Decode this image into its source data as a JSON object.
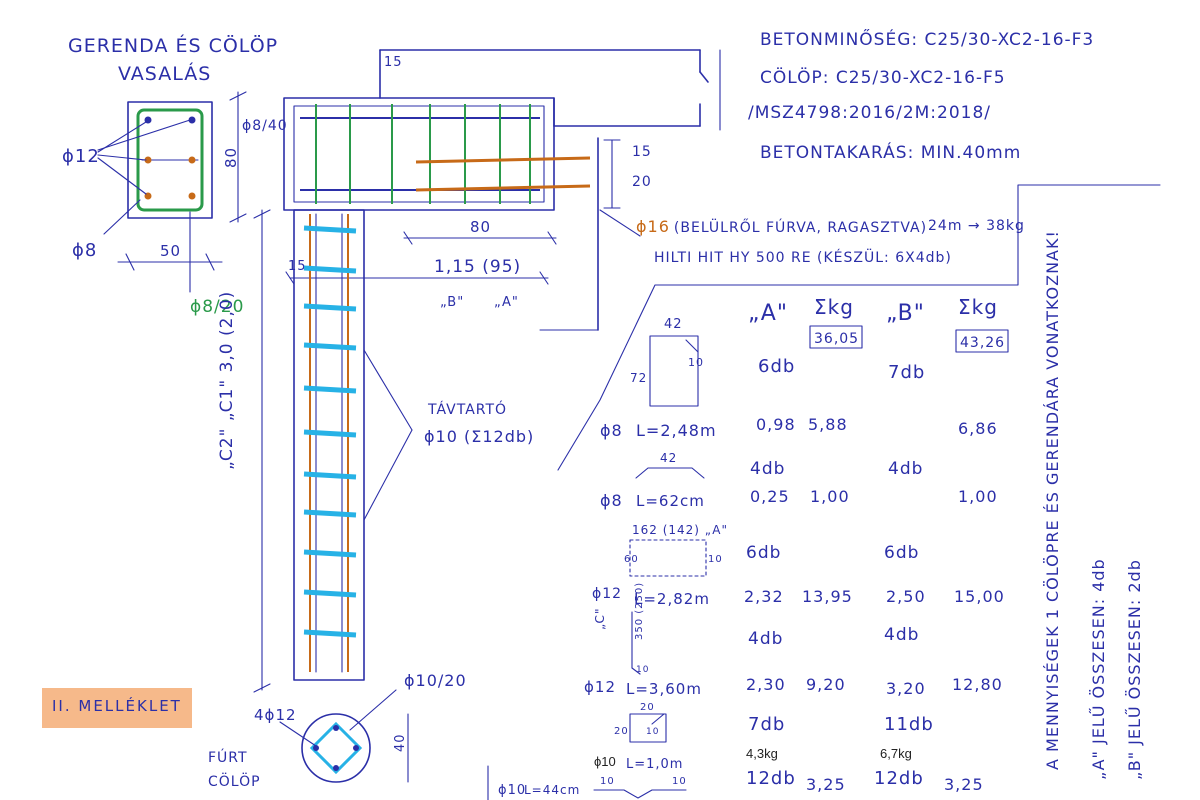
{
  "title": {
    "line1": "GERENDA ÉS CÖLÖP",
    "line2": "VASALÁS"
  },
  "specs": {
    "concrete_quality": "BETONMINŐSÉG: C25/30-XC2-16-F3",
    "pile_quality": "CÖLÖP: C25/30-XC2-16-F5",
    "standard": "/MSZ4798:2016/2M:2018/",
    "cover": "BETONTAKARÁS: MIN.40mm"
  },
  "section": {
    "phi12": "ϕ12",
    "phi8": "ϕ8",
    "phi8_40": "ϕ8/40",
    "height": "80",
    "width": "50",
    "stirrup_spacing": "ϕ8/20"
  },
  "beam": {
    "dim_15_top": "15",
    "dim_15_right": "15",
    "dim_20": "20",
    "dim_80": "80",
    "dim_15_left": "15",
    "length": "1,15 (95)",
    "mark_b": "„B\"",
    "mark_a": "„A\"",
    "dowel": "ϕ16 (BELÜLRŐL FÚRVA, RAGASZTVA)",
    "dowel_qty": "24m → 38kg",
    "hilti": "HILTI HIT HY 500 RE (KÉSZÜL: 6X4db)"
  },
  "pile": {
    "height": "„C2\" „C1\" 3,0 (2,0)",
    "spacer_label": "TÁVTARTÓ",
    "spacer_qty": "ϕ10 (Σ12db)",
    "main_bars": "4ϕ12",
    "spiral": "ϕ10/20",
    "diameter": "40",
    "caption1": "FÚRT",
    "caption2": "CÖLÖP"
  },
  "appendix": "II. MELLÉKLET",
  "table": {
    "col_a": "„A\"",
    "col_sum_a": "Σkg",
    "col_b": "„B\"",
    "col_sum_b": "Σkg",
    "sum_a": "36,05",
    "sum_b": "43,26",
    "rows": [
      {
        "shape_dims": [
          "42",
          "72",
          "10"
        ],
        "bar": "ϕ8",
        "length": "L=2,48m",
        "a_count": "6db",
        "b_count": "7db",
        "a_weight": "0,98",
        "a_sum": "5,88",
        "b_sum": "6,86"
      },
      {
        "shape_dims": [
          "42"
        ],
        "bar": "ϕ8",
        "length": "L=62cm",
        "a_count": "4db",
        "b_count": "4db",
        "a_weight": "0,25",
        "a_sum": "1,00",
        "b_sum": "1,00"
      },
      {
        "shape_dims": [
          "162 (142) „A\"",
          "60",
          "10"
        ],
        "bar": "ϕ12",
        "length": "L=2,82m",
        "a_count": "6db",
        "b_count": "6db",
        "a_weight": "2,32",
        "a_sum": "13,95",
        "b_weight": "2,50",
        "b_sum": "15,00"
      },
      {
        "shape_dims": [
          "„C\"",
          "350 (250)",
          "10"
        ],
        "bar": "ϕ12",
        "length": "L=3,60m",
        "a_count": "4db",
        "b_count": "4db",
        "a_weight": "2,30",
        "a_sum": "9,20",
        "b_weight": "3,20",
        "b_sum": "12,80"
      },
      {
        "shape_dims": [
          "20",
          "20",
          "10"
        ],
        "bar": "ϕ10",
        "length": "L=1,0m",
        "a_count": "7db",
        "b_count": "11db",
        "a_kg": "4,3kg",
        "b_kg": "6,7kg"
      },
      {
        "shape_dims": [
          "10",
          "10"
        ],
        "bar": "ϕ10",
        "length": "L=44cm",
        "a_count": "12db",
        "a_sum": "3,25",
        "b_count": "12db",
        "b_sum": "3,25"
      }
    ]
  },
  "side_note": {
    "line1": "A MENNYISÉGEK 1 CÖLÖPRE ÉS GERENDÁRA VONATKOZNAK!",
    "line2": "„A\" JELŰ ÖSSZESEN: 4db",
    "line3": "„B\" JELŰ ÖSSZESEN: 2db"
  },
  "colors": {
    "ink": "#2b2fa8",
    "green": "#2a9a4a",
    "orange": "#c76a18",
    "cyan": "#27b2e6",
    "tag": "#f6b98a"
  }
}
